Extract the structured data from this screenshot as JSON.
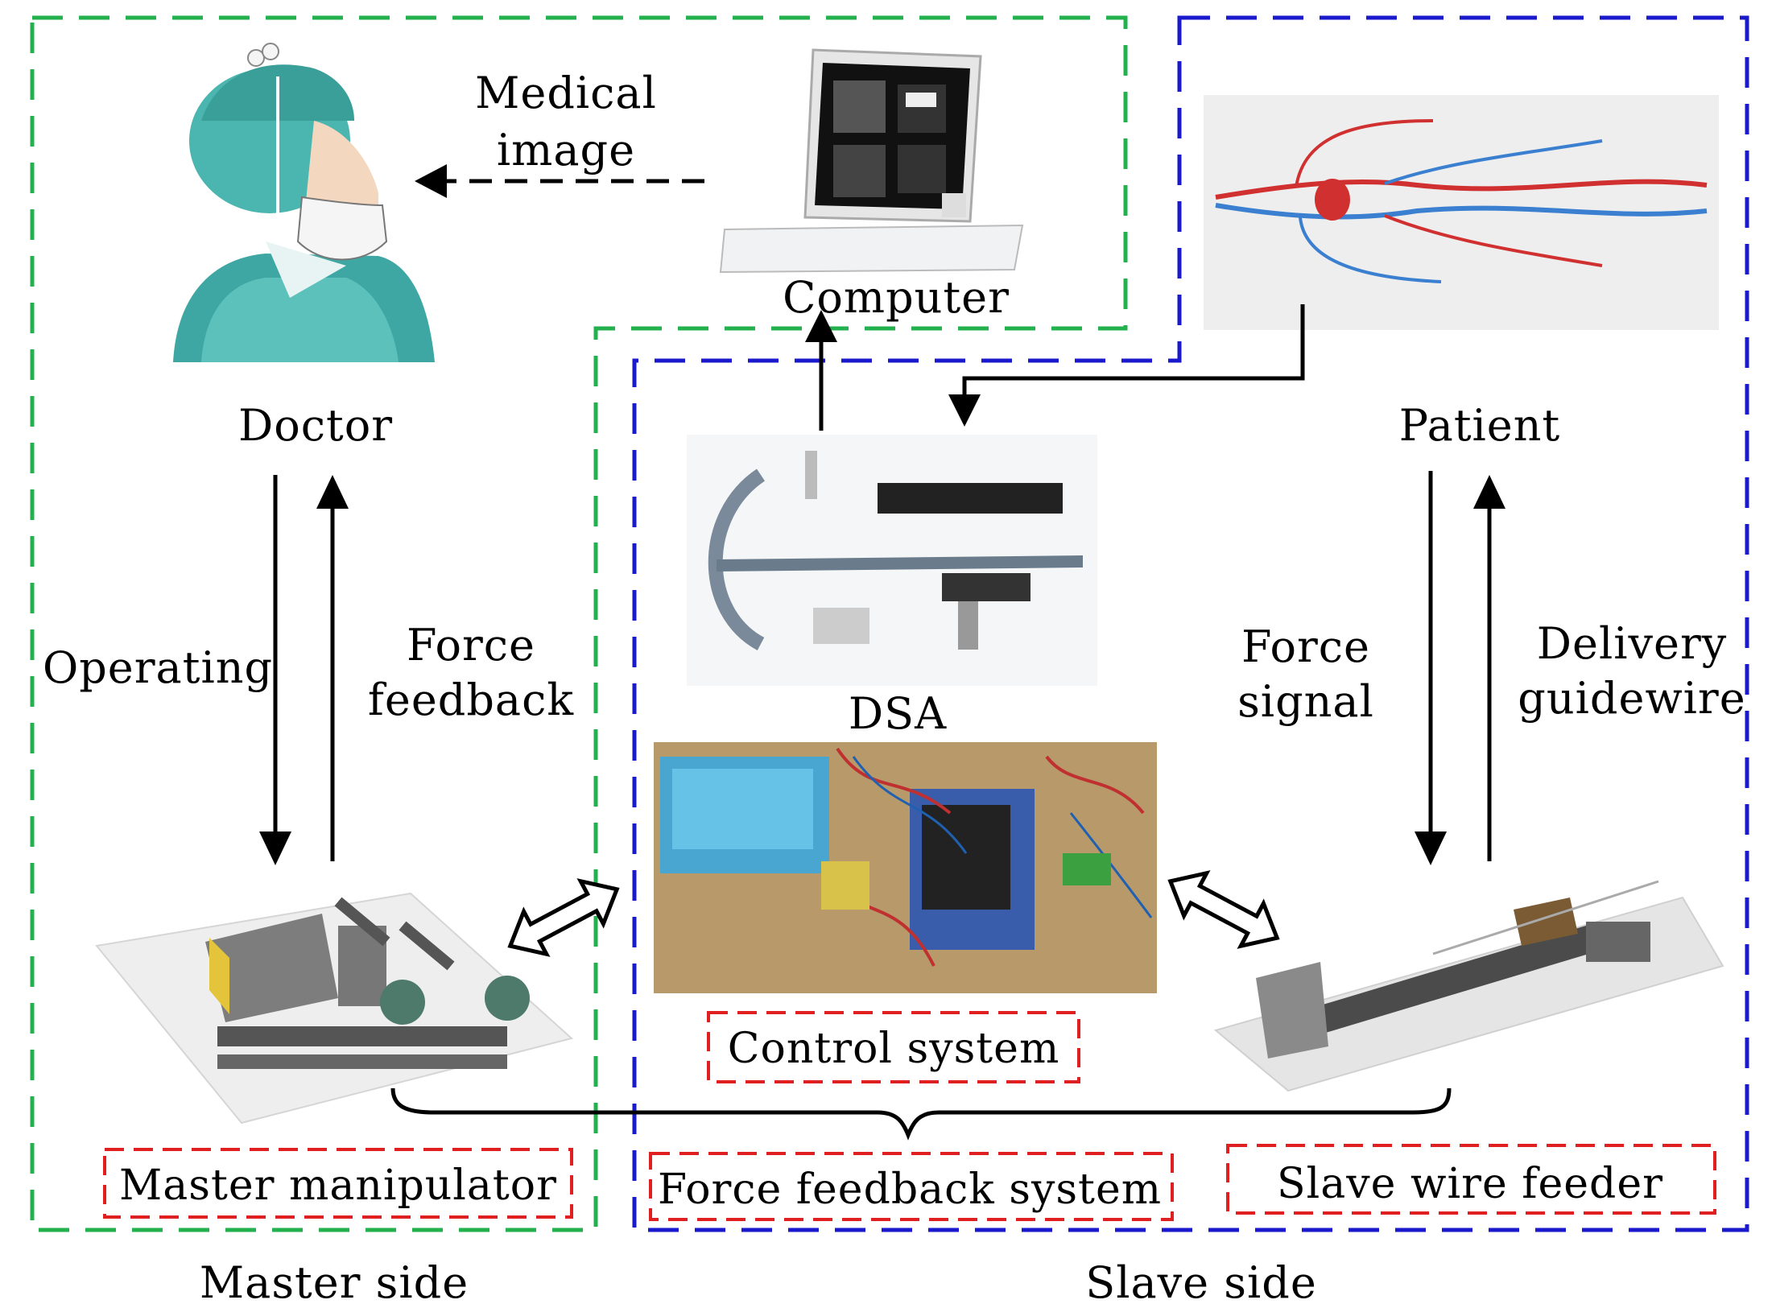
{
  "labels": {
    "medical_image_line1": "Medical",
    "medical_image_line2": "image",
    "computer": "Computer",
    "doctor": "Doctor",
    "patient": "Patient",
    "operating": "Operating",
    "force_feedback_line1": "Force",
    "force_feedback_line2": "feedback",
    "dsa": "DSA",
    "force_signal_line1": "Force",
    "force_signal_line2": "signal",
    "delivery_line1": "Delivery",
    "delivery_line2": "guidewire",
    "control_system": "Control system",
    "master_manipulator": "Master manipulator",
    "force_feedback_system": "Force feedback system",
    "slave_wire_feeder": "Slave wire feeder",
    "master_side": "Master side",
    "slave_side": "Slave side"
  },
  "colors": {
    "master_border": "#22b14c",
    "slave_border": "#1a1acc",
    "label_box_border": "#e02020",
    "arrow": "#000000"
  }
}
